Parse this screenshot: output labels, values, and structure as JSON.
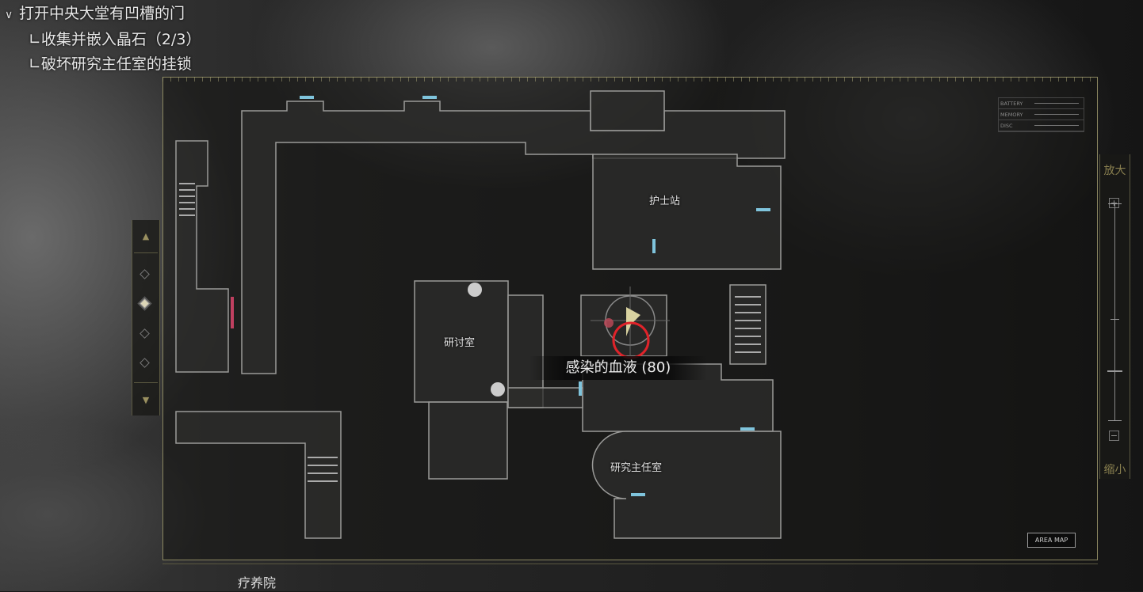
{
  "objectives": {
    "main": "打开中央大堂有凹槽的门",
    "subs": [
      "∟收集并嵌入晶石（2/3）",
      "∟破坏研究主任室的挂锁"
    ]
  },
  "status_panel": {
    "rows": [
      "BATTERY",
      "MEMORY",
      "DISC"
    ]
  },
  "zoom": {
    "in_label": "放大",
    "out_label": "缩小",
    "plus": "+",
    "minus": "−",
    "level": 0.23
  },
  "floor_nav": {
    "up": "▲",
    "down": "▼",
    "floors": 4,
    "active_floor": 2
  },
  "map": {
    "rooms": [
      "护士站",
      "研讨室",
      "研究主任室"
    ],
    "tooltip": "感染的血液 (80)",
    "badge": "AREA MAP",
    "area_name": "疗养院"
  },
  "colors": {
    "accent": "#8a8660",
    "door": "#7fc4dc",
    "marker": "#e0232a",
    "player": "#d8d2a0"
  }
}
